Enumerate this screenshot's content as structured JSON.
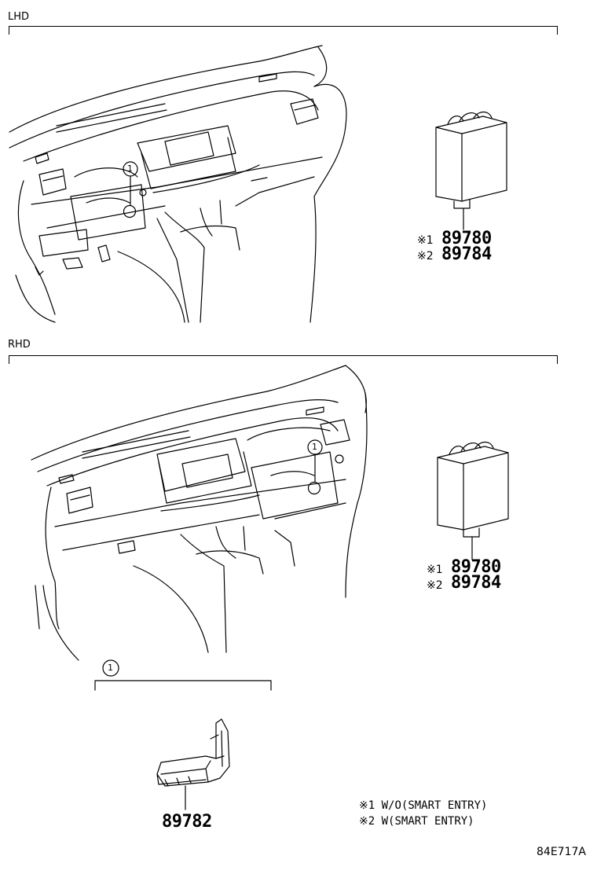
{
  "sections": {
    "lhd": {
      "label": "LHD"
    },
    "rhd": {
      "label": "RHD"
    }
  },
  "callout": {
    "number": "1"
  },
  "lhd_parts": [
    {
      "mark": "※1",
      "number": "89780"
    },
    {
      "mark": "※2",
      "number": "89784"
    }
  ],
  "rhd_parts": [
    {
      "mark": "※1",
      "number": "89780"
    },
    {
      "mark": "※2",
      "number": "89784"
    }
  ],
  "detail_part": {
    "number": "89782"
  },
  "legend": [
    {
      "mark": "※1",
      "text": "W/O(SMART ENTRY)"
    },
    {
      "mark": "※2",
      "text": "W(SMART ENTRY)"
    }
  ],
  "reference_code": "84E717A"
}
